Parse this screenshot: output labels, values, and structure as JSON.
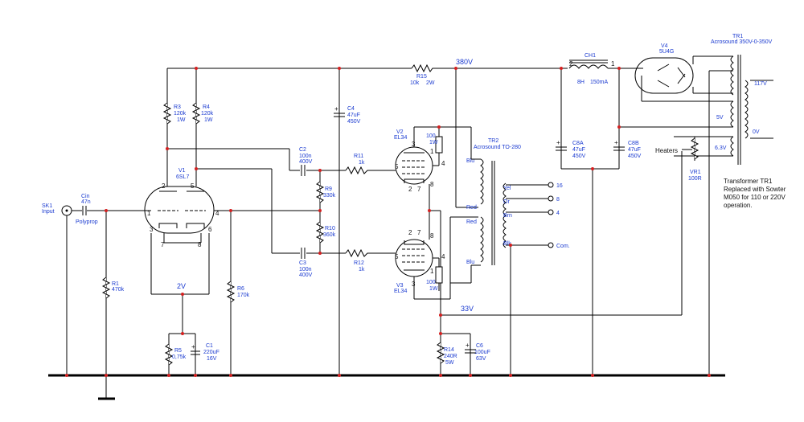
{
  "colors": {
    "wire": "#000000",
    "junction": "#d32020",
    "label": "#1a3ad0",
    "background": "#ffffff"
  },
  "input": {
    "name": "SK1",
    "label": "Input"
  },
  "components": {
    "cin": {
      "ref": "Cin",
      "value": "47n",
      "note": "Polyprop"
    },
    "r1": {
      "ref": "R1",
      "value": "470k"
    },
    "r3": {
      "ref": "R3",
      "value": "120k",
      "power": "1W"
    },
    "r4": {
      "ref": "R4",
      "value": "120k",
      "power": "1W"
    },
    "v1": {
      "ref": "V1",
      "type": "6SL7",
      "pins": [
        "2",
        "5",
        "1",
        "4",
        "3",
        "6",
        "7",
        "8"
      ]
    },
    "cathode_voltage": "2V",
    "r5": {
      "ref": "R5",
      "value": "0,75k"
    },
    "c1": {
      "ref": "C1",
      "value": "220uF",
      "voltage": "16V"
    },
    "r6": {
      "ref": "R6",
      "value": "170k"
    },
    "c2": {
      "ref": "C2",
      "value": "100n",
      "voltage": "400V"
    },
    "c3": {
      "ref": "C3",
      "value": "100n",
      "voltage": "400V"
    },
    "r9": {
      "ref": "R9",
      "value": "330k"
    },
    "r10": {
      "ref": "R10",
      "value": "360k"
    },
    "r11": {
      "ref": "R11",
      "value": "1k"
    },
    "r12": {
      "ref": "R12",
      "value": "1k"
    },
    "c4": {
      "ref": "C4",
      "value": "47uF",
      "voltage": "450V"
    },
    "r15": {
      "ref": "R15",
      "value": "10k",
      "power": "2W"
    },
    "supply_voltage": "380V",
    "v2": {
      "ref": "V2",
      "type": "EL34",
      "pins": [
        "3",
        "1",
        "8",
        "5",
        "4",
        "2",
        "7"
      ]
    },
    "v3": {
      "ref": "V3",
      "type": "EL34",
      "pins": [
        "2",
        "7",
        "8",
        "4",
        "1",
        "5",
        "3"
      ]
    },
    "screen_resistor_top": {
      "value": "100",
      "power": "1W"
    },
    "screen_resistor_bottom": {
      "value": "100",
      "power": "1W"
    },
    "tr2": {
      "ref": "TR2",
      "model": "Acrosound TO-280",
      "primary": [
        "Blu",
        "Red",
        "Red",
        "Blu"
      ],
      "secondary": [
        "Yel",
        "Or",
        "Brn",
        "Blk"
      ]
    },
    "outputs": [
      "16",
      "8",
      "4",
      "Com."
    ],
    "bias_voltage": "33V",
    "r14": {
      "ref": "R14",
      "value": "240R",
      "power": "5W"
    },
    "c6": {
      "ref": "C6",
      "value": "100uF",
      "voltage": "63V"
    },
    "ch1": {
      "ref": "CH1",
      "inductance": "8H",
      "current": "150mA",
      "pins": [
        "2",
        "1"
      ]
    },
    "c8a": {
      "ref": "C8A",
      "value": "47uF",
      "voltage": "450V"
    },
    "c8b": {
      "ref": "C8B",
      "value": "47uF",
      "voltage": "450V"
    },
    "v4": {
      "ref": "V4",
      "type": "5U4G"
    },
    "tr1": {
      "ref": "TR1",
      "model": "Acrosound 350V-0-350V",
      "taps": [
        "117V",
        "5V",
        "6.3V",
        "0V"
      ]
    },
    "heaters": "Heaters",
    "vr1": {
      "ref": "VR1",
      "value": "100R"
    },
    "note": "Transformer TR1\nReplaced with Sowter\nM050 for 110 or 220V\noperation."
  }
}
